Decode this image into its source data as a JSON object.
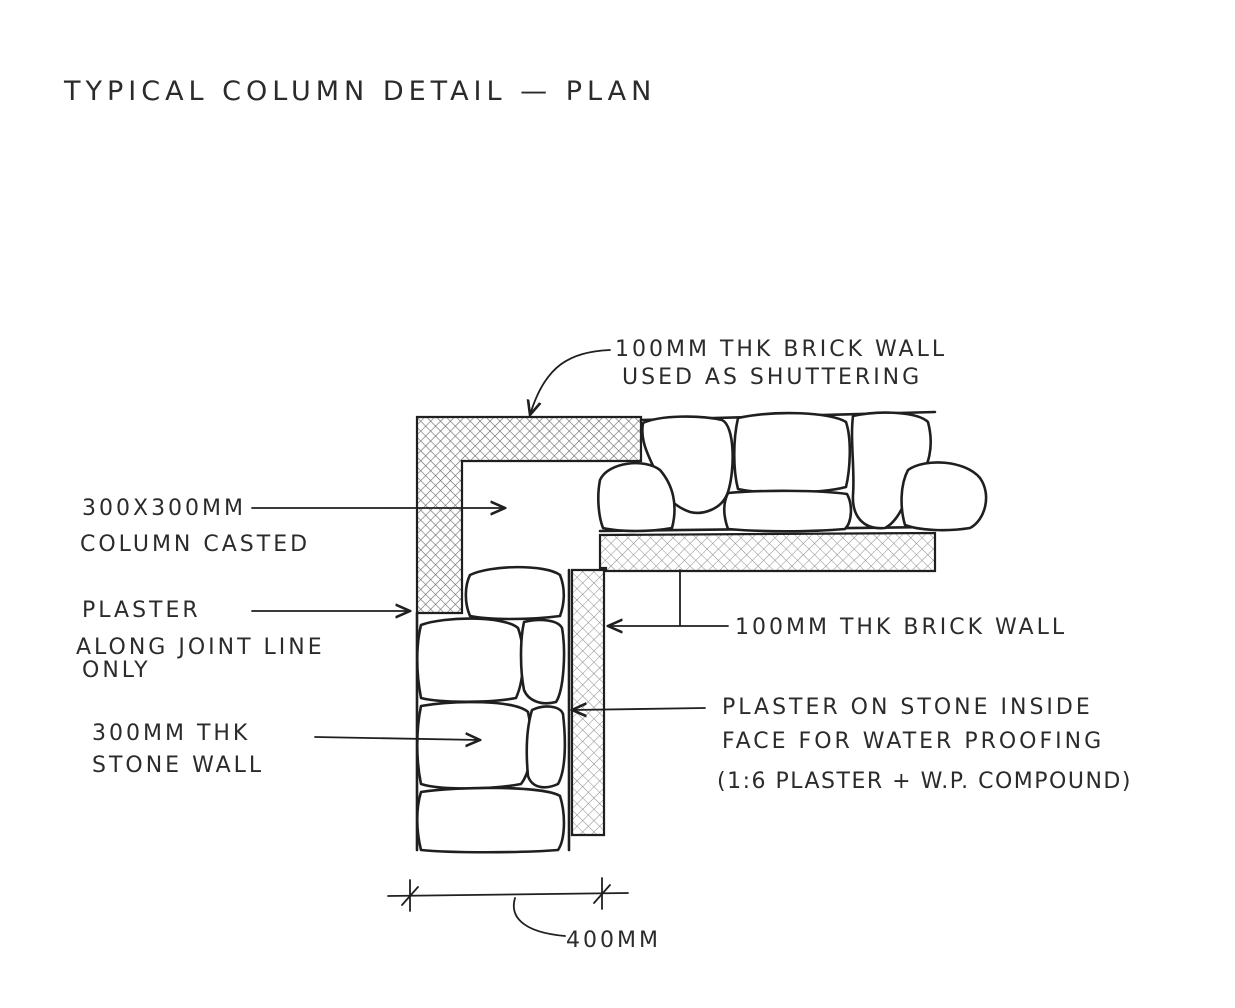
{
  "title": "TYPICAL COLUMN DETAIL — PLAN",
  "labels": {
    "brick_wall_top_line1": "100MM THK BRICK WALL",
    "brick_wall_top_line2": "USED AS SHUTTERING",
    "column_line1": "300X300MM",
    "column_line2": "COLUMN CASTED",
    "plaster_joint_line1": "PLASTER",
    "plaster_joint_line2": "ALONG JOINT LINE",
    "plaster_joint_line3": "ONLY",
    "brick_wall_right": "100MM THK BRICK WALL",
    "stone_wall_line1": "300MM THK",
    "stone_wall_line2": "STONE WALL",
    "plaster_stone_line1": "PLASTER ON STONE INSIDE",
    "plaster_stone_line2": "FACE FOR WATER PROOFING",
    "plaster_stone_line3": "(1:6 PLASTER + W.P. COMPOUND)",
    "dimension": "400MM"
  },
  "colors": {
    "ink": "#1f1f1f",
    "paper": "#ffffff"
  }
}
